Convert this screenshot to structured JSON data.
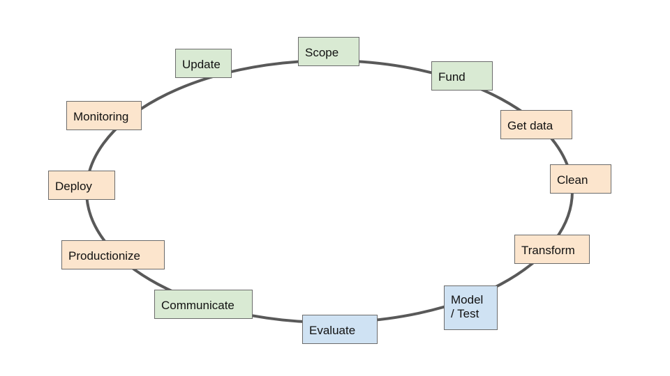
{
  "colors": {
    "ring": "#595959",
    "green": "#d9ead3",
    "orange": "#fce5cd",
    "blue": "#cfe2f3"
  },
  "stages": [
    {
      "label": "Scope",
      "color": "green"
    },
    {
      "label": "Fund",
      "color": "green"
    },
    {
      "label": "Get data",
      "color": "orange"
    },
    {
      "label": "Clean",
      "color": "orange"
    },
    {
      "label": "Transform",
      "color": "orange"
    },
    {
      "label": "Model\n/ Test",
      "color": "blue"
    },
    {
      "label": "Evaluate",
      "color": "blue"
    },
    {
      "label": "Communicate",
      "color": "green"
    },
    {
      "label": "Productionize",
      "color": "orange"
    },
    {
      "label": "Deploy",
      "color": "orange"
    },
    {
      "label": "Monitoring",
      "color": "orange"
    },
    {
      "label": "Update",
      "color": "green"
    }
  ]
}
